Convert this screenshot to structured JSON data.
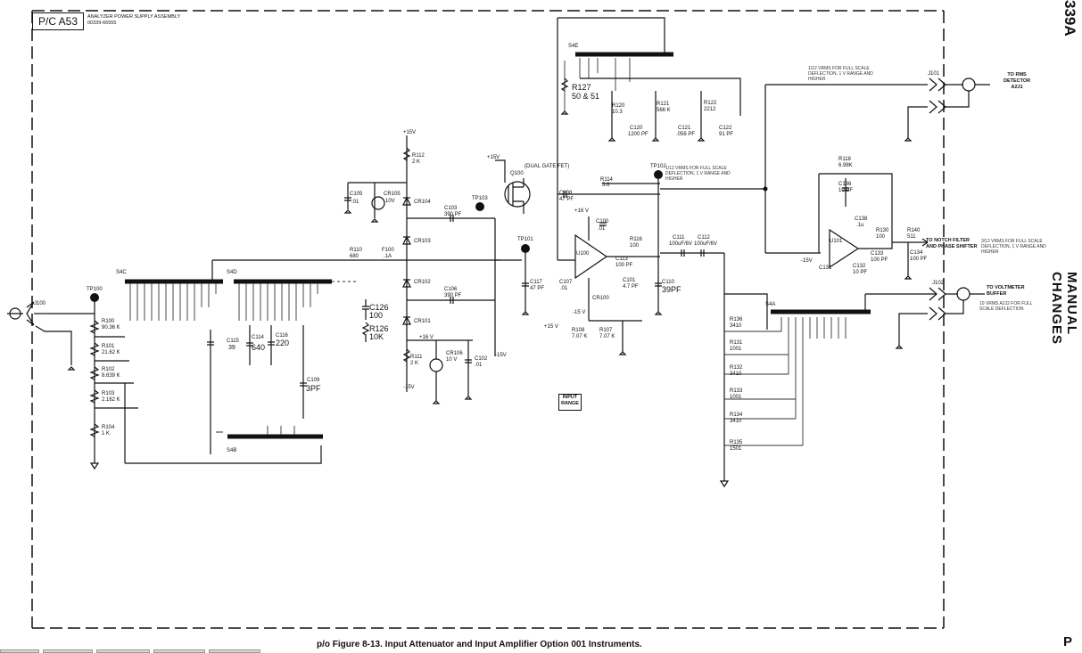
{
  "page_header": {
    "board_ref": "P/C A53",
    "assembly_line1": "ANALYZER POWER SUPPLY ASSEMBLY",
    "assembly_line2": "00339-66555",
    "page_id": "339A",
    "side_title": "MANUAL CHANGES",
    "page_letter": "P"
  },
  "caption": "p/o Figure 8-13.  Input Attenuator and Input Amplifier Option 001 Instruments.",
  "connectors": {
    "j100": "J100",
    "j101": "J101",
    "j102": "J102"
  },
  "outputs": {
    "rms_line1": "TO RMS",
    "rms_line2": "DETECTOR",
    "rms_line3": "A2J1",
    "notch_line1": "TO NOTCH FILTER",
    "notch_line2": "AND PHASE SHIFTER",
    "volt_line1": "TO VOLTMETER",
    "volt_line2": "BUFFER"
  },
  "annotations": {
    "rms_note1": "1/12 VRMS FOR FULL SCALE",
    "rms_note2": "DEFLECTION, 1 V RANGE AND",
    "rms_note3": "HIGHER",
    "tp102_note1": "1/12 VRMS FOR FULL SCALE",
    "tp102_note2": "DEFLECTION, 1 V RANGE AND",
    "tp102_note3": "HIGHER",
    "notch_note1": "3/12 VRMS FOR FULL SCALE",
    "notch_note2": "DEFLECTION, 1 V RANGE AND",
    "notch_note3": "HIGHER",
    "volt_note1": "10 VRMS A2J2 FOR FULL",
    "volt_note2": "SCALE DEFLECTION",
    "input_range_line1": "INPUT",
    "input_range_line2": "RANGE"
  },
  "switches": {
    "s4a": "S4A",
    "s4b": "S4B",
    "s4c": "S4C",
    "s4d": "S4D",
    "s4e": "S4E"
  },
  "test_points": {
    "tp100": "TP100",
    "tp101": "TP101",
    "tp102": "TP102",
    "tp103": "TP103"
  },
  "components": {
    "r100": "R100",
    "r100_v": "90.36 K",
    "r101": "R101",
    "r101_v": "21.62 K",
    "r102": "R102",
    "r102_v": "8.639 K",
    "r103": "R103",
    "r103_v": "2.162 K",
    "r104": "R104",
    "r104_v": "1 K",
    "c115": "C115",
    "c115_v": "39",
    "c114": "C114",
    "c114_v": "640",
    "c116": "C116",
    "c116_v": "220",
    "c109": "C109",
    "c109_v": "3PF",
    "c126": "C126",
    "c126_v": "100",
    "r126": "R126",
    "r126_v": "10K",
    "r110": "R110",
    "r110_v": "680",
    "f100": "F100",
    "f100_v": ".1A",
    "r112": "R112",
    "r112_v": "2 K",
    "r111": "R111",
    "r111_v": "2 K",
    "cr104": "CR104",
    "cr103": "CR103",
    "cr102": "CR102",
    "cr101": "CR101",
    "cr105": "CR105",
    "cr105_v": "10V",
    "cr106": "CR106",
    "cr106_v": "10 V",
    "c105": "C105",
    "c105_v": ".01",
    "c102": "C102",
    "c102_v": ".01",
    "c103": "C103",
    "c103_v": "390 PF",
    "c106": "C106",
    "c106_v": "390 PF",
    "q100": "Q100",
    "q100_note": "(DUAL GATE FET)",
    "c108": "C108",
    "c108_v": "47 PF",
    "r114": "R114",
    "r114_v": "5.6",
    "c100": "C100",
    "c100_v": ".01",
    "c117": "C117",
    "c117_v": "47 PF",
    "c107": "C107",
    "c107_v": ".01",
    "u100": "U100",
    "r116": "R116",
    "r116_v": "100",
    "c113": "C113",
    "c113_v": "100 PF",
    "c111": "C111",
    "c111_v": "100uF/6V",
    "c112": "C112",
    "c112_v": "100uF/6V",
    "c110": "C110",
    "c110_v": "39PF",
    "c101": "C101",
    "c101_v": "4.7 PF",
    "cr100": "CR100",
    "r108": "R108",
    "r108_v": "7.07 K",
    "r107": "R107",
    "r107_v": "7.07 K",
    "r127": "R127",
    "r127_v": "50 & 51",
    "r120": "R120",
    "r120_v": "10.3",
    "r121": "R121",
    "r121_v": "566 K",
    "r122": "R122",
    "r122_v": "2212",
    "c120": "C120",
    "c120_v": "1200 PF",
    "c121": "C121",
    "c121_v": ".056 PF",
    "c122": "C122",
    "c122_v": "91 PF",
    "r118": "R118",
    "r118_v": "6.98K",
    "c136": "C136",
    "c136_v": "10 PF",
    "c138": "C138",
    "c138_v": ".1u",
    "u101": "U101",
    "r130": "R130",
    "r130_v": "100",
    "c133": "C133",
    "c133_v": "100 PF",
    "c134": "C134",
    "c134_v": "100 PF",
    "c131": "C131",
    "c132": "C132",
    "c132_v": "10 PF",
    "r140": "R140",
    "r140_v": "511",
    "r136": "R136",
    "r136_v": "3410",
    "r131": "R131",
    "r131_v": "1001",
    "r132": "R132",
    "r132_v": "3410",
    "r133": "R133",
    "r133_v": "1001",
    "r134": "R134",
    "r134_v": "3410",
    "r135": "R135",
    "r135_v": "1501"
  },
  "supplies": {
    "p15": "+15V",
    "m15": "-15V",
    "p15b": "+15 V",
    "m15b": "-15 V",
    "p16": "+16 V"
  }
}
